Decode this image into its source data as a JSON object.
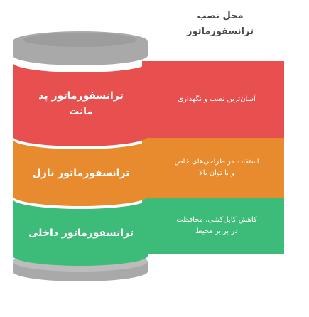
{
  "title": {
    "line1": "محل نصب",
    "line2": "ترانسفورماتور"
  },
  "segments": [
    {
      "label_line1": "ترانسفورماتور پد",
      "label_line2": "مانت",
      "description": "آسان‌ترین نصب و نگهداری",
      "color": "#e8504f"
    },
    {
      "label": "ترانسفورماتور نازل",
      "description_line1": "استفاده در طراحی‌های خاص",
      "description_line2": "و با توان بالا",
      "color": "#e88a2e"
    },
    {
      "label": "ترانسفورماتور داخلی",
      "description_line1": "کاهش کابل‌کشی، محافظت",
      "description_line2": "در برابر محیط",
      "color": "#3dbb78"
    }
  ],
  "colors": {
    "cap": "#a9a9a9",
    "cap_top": "#d4d4d4",
    "red": "#e8504f",
    "orange": "#e88a2e",
    "green": "#3dbb78"
  }
}
